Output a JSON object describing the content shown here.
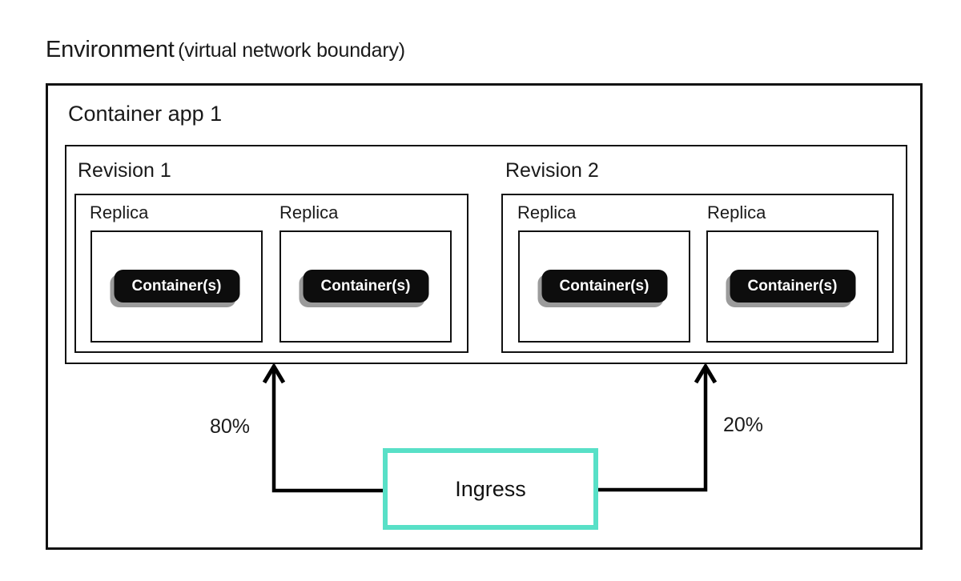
{
  "title": {
    "main": "Environment",
    "suffix": "(virtual network boundary)"
  },
  "container_app": {
    "label": "Container app 1"
  },
  "revisions": [
    {
      "label": "Revision 1",
      "traffic_percent": "80%",
      "replicas": [
        {
          "label": "Replica",
          "containers_label": "Container(s)"
        },
        {
          "label": "Replica",
          "containers_label": "Container(s)"
        }
      ]
    },
    {
      "label": "Revision 2",
      "traffic_percent": "20%",
      "replicas": [
        {
          "label": "Replica",
          "containers_label": "Container(s)"
        },
        {
          "label": "Replica",
          "containers_label": "Container(s)"
        }
      ]
    }
  ],
  "ingress": {
    "label": "Ingress"
  },
  "colors": {
    "box_border": "#111111",
    "arrow": "#000000",
    "ingress_border": "#58e0c7",
    "pill_background": "#0d0d0d",
    "pill_text": "#ffffff",
    "pill_shadow": "#9b9b9b"
  }
}
